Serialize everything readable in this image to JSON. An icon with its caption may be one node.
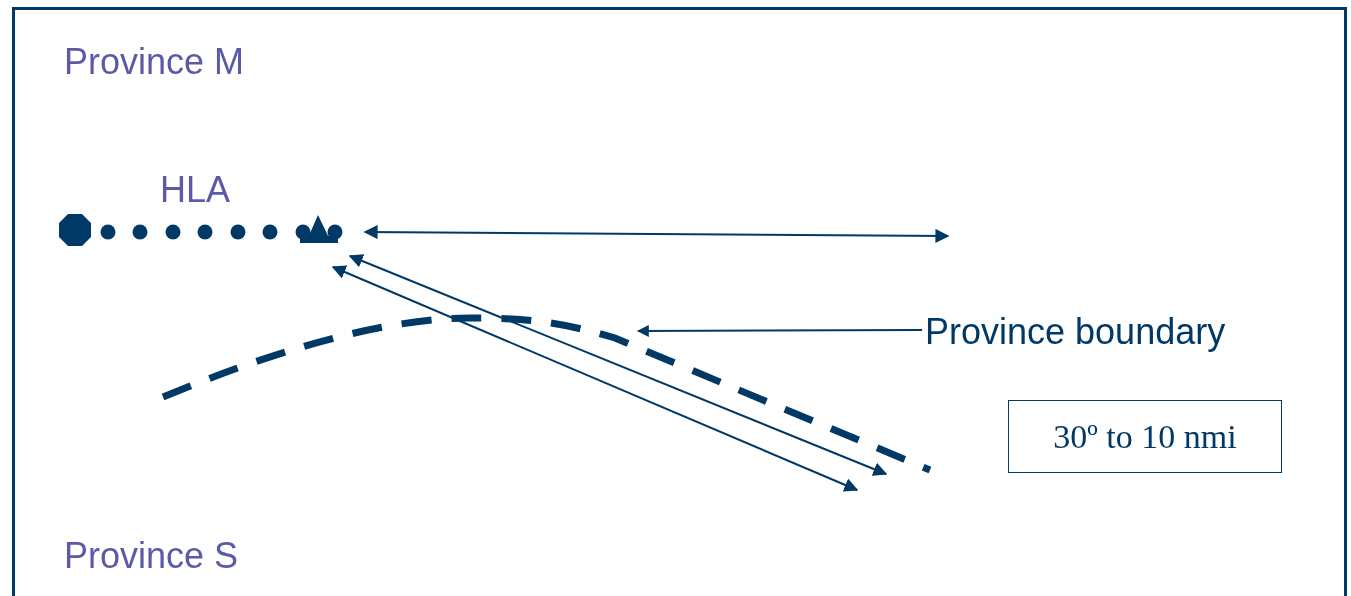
{
  "diagram": {
    "nodes": [
      {
        "text": [
          "Province boundary"
        ]
      },
      {
        "text": [],
        "shape": "line"
      },
      {
        "text": [
          "30º to 10 nmi"
        ]
      }
    ],
    "edges": [
      {
        "from": 0,
        "to": 1,
        "arrow": "to"
      }
    ],
    "labels": [
      "Province M",
      "HLA",
      "Province S"
    ]
  }
}
